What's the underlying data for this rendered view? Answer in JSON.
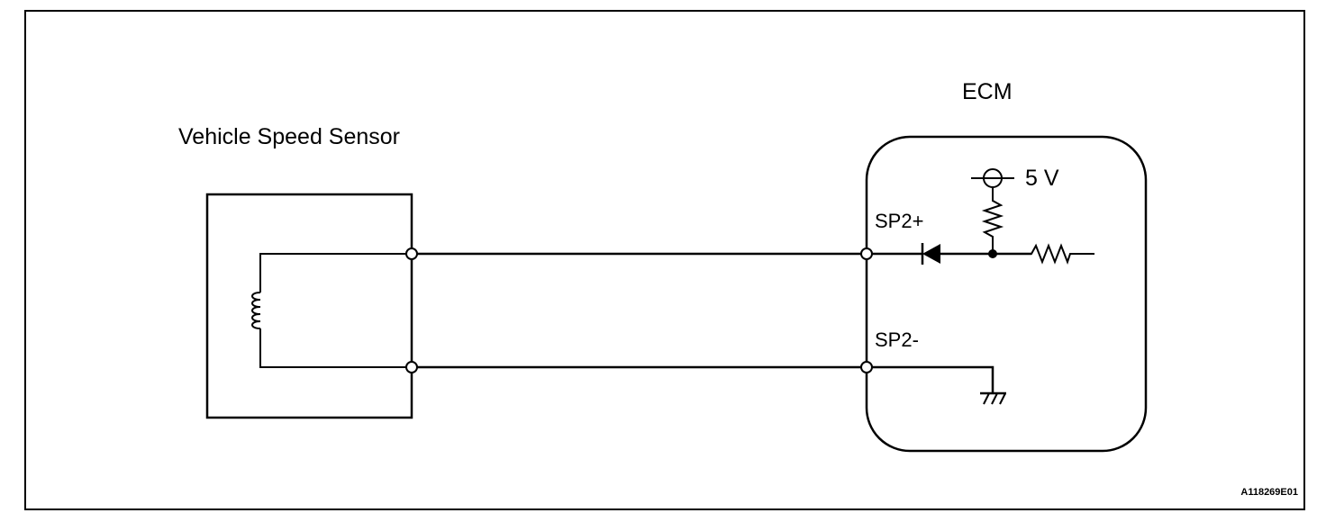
{
  "labels": {
    "sensor_title": "Vehicle Speed Sensor",
    "ecm_title": "ECM",
    "voltage": "5 V",
    "terminal_pos": "SP2+",
    "terminal_neg": "SP2-",
    "figure_code": "A118269E01"
  }
}
